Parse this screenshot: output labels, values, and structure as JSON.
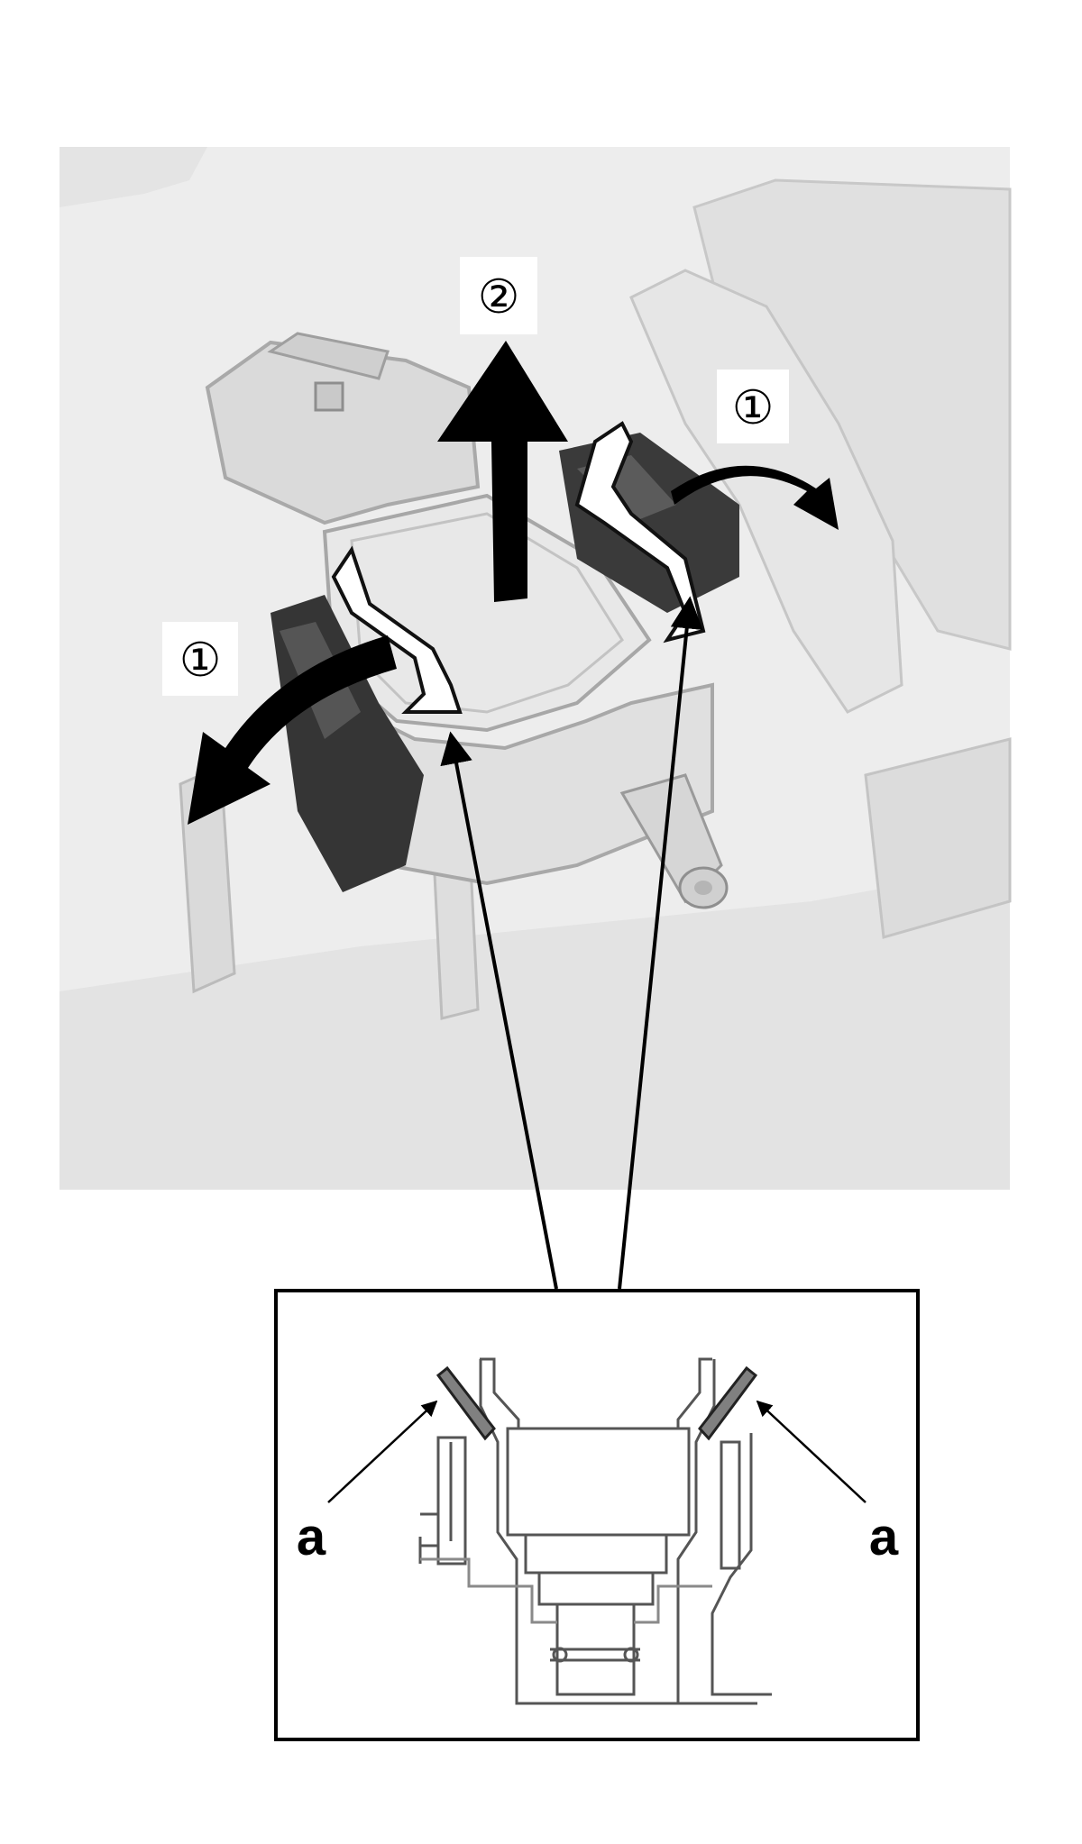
{
  "steps": {
    "step1_left": "①",
    "step1_right": "①",
    "step2": "②"
  },
  "detail": {
    "label_left": "a",
    "label_right": "a"
  },
  "colors": {
    "background": "#ffffff",
    "photo_background": "#ededed",
    "part_fill": "#e2e2e2",
    "arrow": "#000000",
    "clip_highlight": "#808080"
  }
}
